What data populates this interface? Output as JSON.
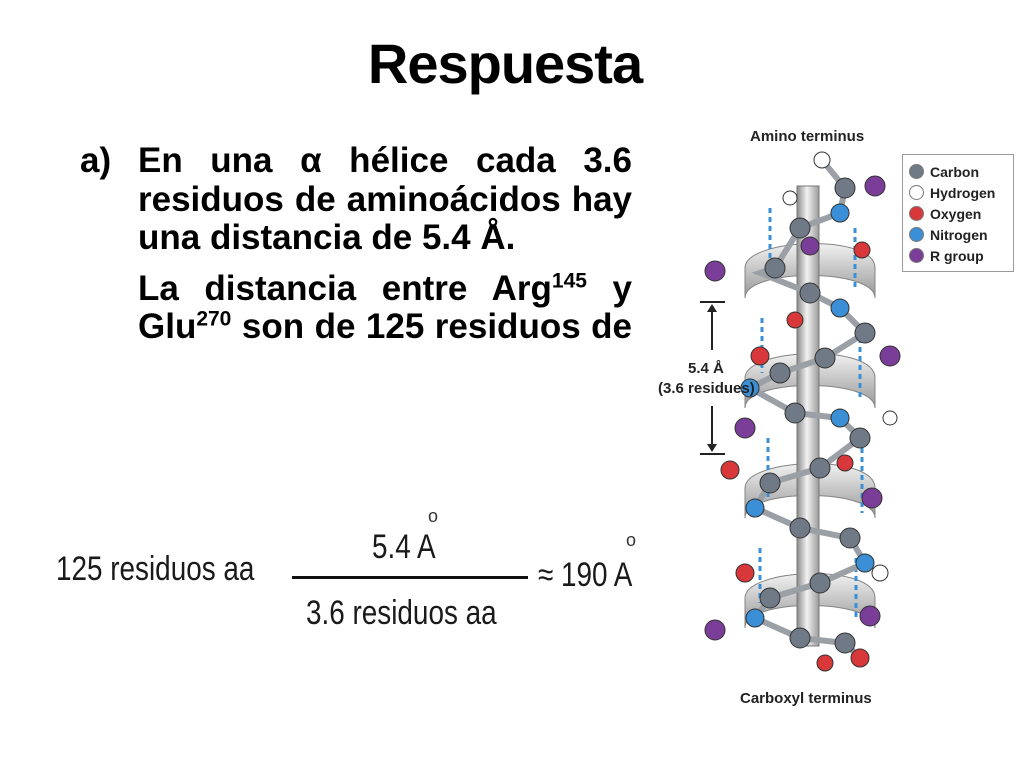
{
  "slide": {
    "title": "Respuesta"
  },
  "text": {
    "item_label": "a)",
    "para1": "En una α hélice cada 3.6 residuos de aminoácidos hay una distancia de 5.4 Å.",
    "para2_part1": "La distancia entre Arg",
    "para2_sup1": "145",
    "para2_part2": " y Glu",
    "para2_sup2": "270",
    "para2_part3": " son de 125 residuos de"
  },
  "formula": {
    "lhs": "125 residuos aa",
    "numerator": "5.4 A",
    "denominator": "3.6 residuos aa",
    "result": "≈ 190 A",
    "ring": "o"
  },
  "figure": {
    "top_label": "Amino terminus",
    "bottom_label": "Carboxyl terminus",
    "rise_label": "5.4 Å",
    "rise_sub": "(3.6 residues)",
    "legend": [
      {
        "label": "Carbon",
        "color": "#6f7a86"
      },
      {
        "label": "Hydrogen",
        "color": "#ffffff"
      },
      {
        "label": "Oxygen",
        "color": "#d8383a"
      },
      {
        "label": "Nitrogen",
        "color": "#3a8fd6"
      },
      {
        "label": "R group",
        "color": "#7a3e98"
      }
    ]
  }
}
